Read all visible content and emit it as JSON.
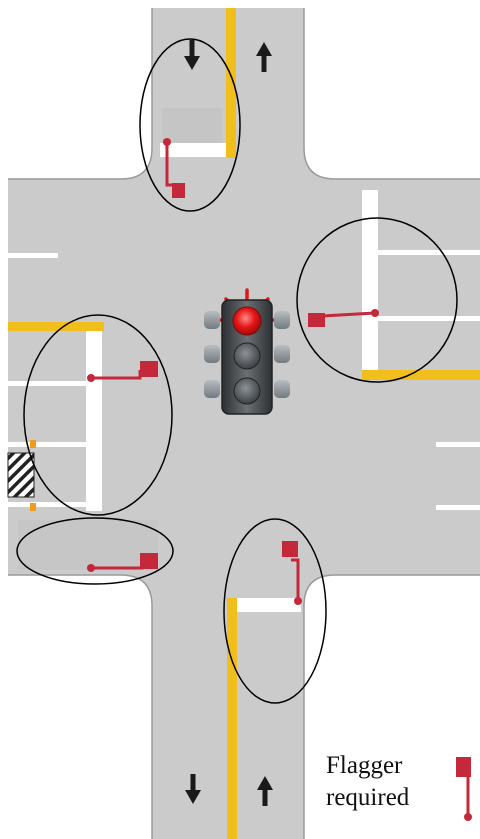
{
  "legend": {
    "line_1": "Flagger",
    "line_2": "required"
  },
  "traffic_signal": {
    "active_light": "red",
    "flashing": true
  },
  "colors": {
    "road": "#cbcbcb",
    "road_texture": "#bdbdbd",
    "yellow_line": "#f2be1c",
    "white_line": "#ffffff",
    "flagger": "#c4283a",
    "ellipse": "#000000",
    "signal_red": "#e01818",
    "signal_body": "#555a5e"
  },
  "icons": {
    "flagger_marker": "flag-icon",
    "lane_arrow_down": "arrow-down-icon",
    "lane_arrow_up": "arrow-up-icon",
    "signal": "traffic-light-icon"
  }
}
